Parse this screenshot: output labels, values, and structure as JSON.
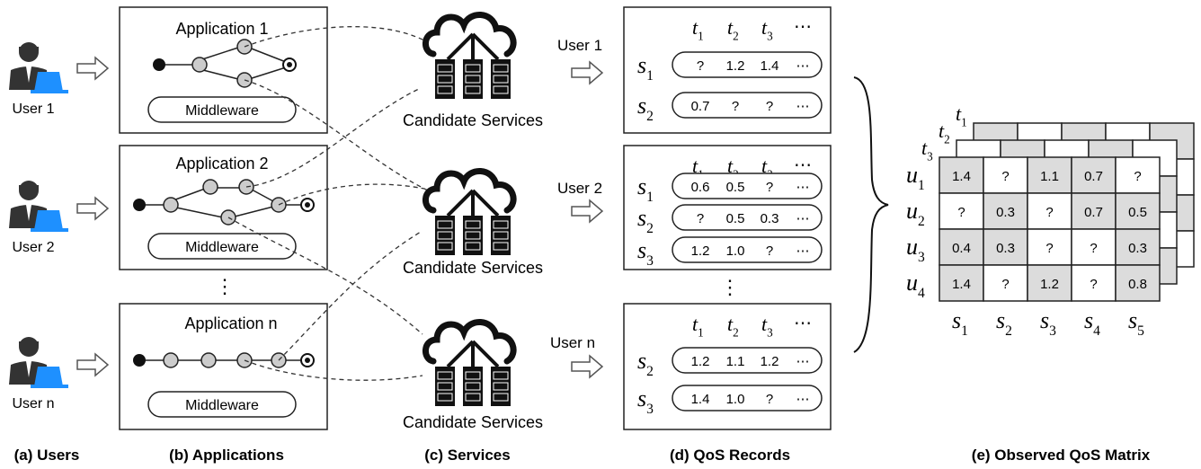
{
  "users": {
    "labels": [
      "User 1",
      "User 2",
      "User n"
    ]
  },
  "applications": {
    "titles": [
      "Application 1",
      "Application 2",
      "Application n"
    ],
    "middleware_label": "Middleware",
    "ellipsis": "⋮"
  },
  "services": {
    "label": "Candidate Services"
  },
  "qos_records": {
    "time_headers": [
      "t1",
      "t2",
      "t3",
      "⋯"
    ],
    "time_sub": [
      "1",
      "2",
      "3"
    ],
    "groups": [
      {
        "user": "User 1",
        "rows": [
          {
            "service": "s",
            "sub": "1",
            "values": [
              "?",
              "1.2",
              "1.4",
              "⋯"
            ]
          },
          {
            "service": "s",
            "sub": "2",
            "values": [
              "0.7",
              "?",
              "?",
              "⋯"
            ]
          }
        ]
      },
      {
        "user": "User 2",
        "rows": [
          {
            "service": "s",
            "sub": "1",
            "values": [
              "0.6",
              "0.5",
              "?",
              "⋯"
            ]
          },
          {
            "service": "s",
            "sub": "2",
            "values": [
              "?",
              "0.5",
              "0.3",
              "⋯"
            ]
          },
          {
            "service": "s",
            "sub": "3",
            "values": [
              "1.2",
              "1.0",
              "?",
              "⋯"
            ]
          }
        ]
      },
      {
        "user": "User n",
        "rows": [
          {
            "service": "s",
            "sub": "2",
            "values": [
              "1.2",
              "1.1",
              "1.2",
              "⋯"
            ]
          },
          {
            "service": "s",
            "sub": "3",
            "values": [
              "1.4",
              "1.0",
              "?",
              "⋯"
            ]
          }
        ]
      }
    ]
  },
  "matrix": {
    "time_layers": [
      {
        "letter": "t",
        "sub": "1"
      },
      {
        "letter": "t",
        "sub": "2"
      },
      {
        "letter": "t",
        "sub": "3"
      }
    ],
    "row_labels": [
      {
        "letter": "u",
        "sub": "1"
      },
      {
        "letter": "u",
        "sub": "2"
      },
      {
        "letter": "u",
        "sub": "3"
      },
      {
        "letter": "u",
        "sub": "4"
      }
    ],
    "col_labels": [
      {
        "letter": "s",
        "sub": "1"
      },
      {
        "letter": "s",
        "sub": "2"
      },
      {
        "letter": "s",
        "sub": "3"
      },
      {
        "letter": "s",
        "sub": "4"
      },
      {
        "letter": "s",
        "sub": "5"
      }
    ],
    "cells": [
      [
        "1.4",
        "?",
        "1.1",
        "0.7",
        "?"
      ],
      [
        "?",
        "0.3",
        "?",
        "0.7",
        "0.5"
      ],
      [
        "0.4",
        "0.3",
        "?",
        "?",
        "0.3"
      ],
      [
        "1.4",
        "?",
        "1.2",
        "?",
        "0.8"
      ]
    ],
    "observed_fill": "#dcdcdc",
    "missing_fill": "#ffffff"
  },
  "captions": {
    "users": "(a) Users",
    "applications": "(b) Applications",
    "services": "(c) Services",
    "qos": "(d) QoS Records",
    "matrix": "(e) Observed QoS Matrix"
  }
}
